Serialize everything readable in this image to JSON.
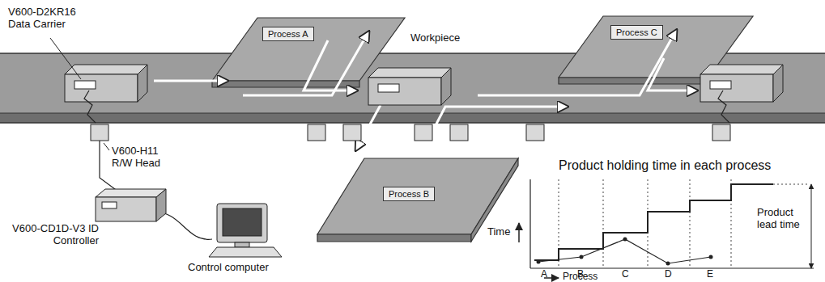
{
  "diagram": {
    "nodes": [
      {
        "text": [
          "Process A"
        ]
      },
      {
        "text": [
          "Process C"
        ]
      },
      {
        "text": [
          "Process B"
        ]
      }
    ],
    "labels": [
      "V600-D2KR16 Data Carrier",
      "Workpiece",
      "V600-H11 R/W Head",
      "V600-CD1D-V3 ID Controller",
      "Control computer",
      "Product holding time in each process",
      "Time",
      "A",
      "B",
      "C",
      "D",
      "E",
      "Process",
      "Product lead time"
    ]
  }
}
